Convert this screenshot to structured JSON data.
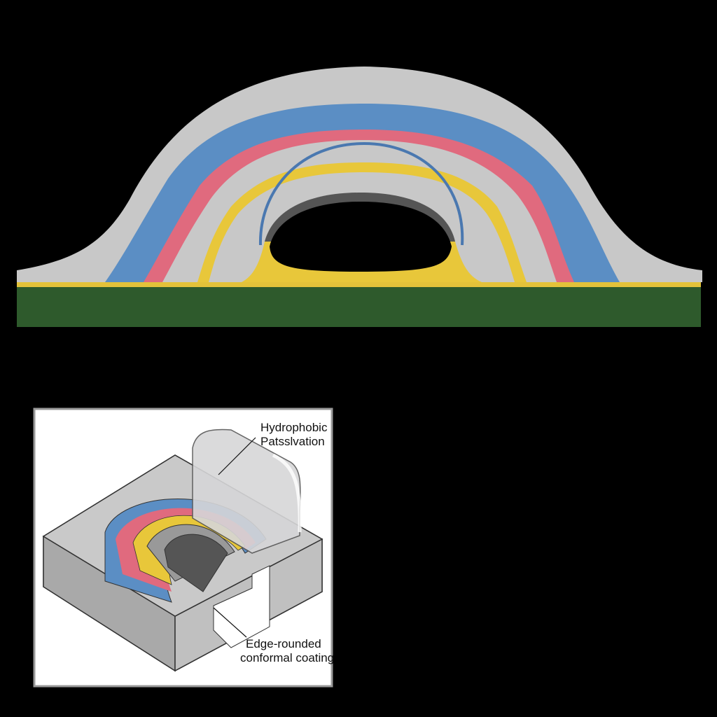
{
  "cross_section": {
    "colors": {
      "substrate": "#2e5a2c",
      "adhesion": "#e3c23a",
      "gray": "#c6c6c6",
      "blue": "#5b8ec4",
      "pink": "#e06a7e",
      "yellow": "#e8c73a",
      "cavity": "#000000"
    }
  },
  "inset": {
    "label_top": {
      "line1": "Hydrophobic",
      "line2": "Patsslvation"
    },
    "label_bottom": {
      "line1": "Edge-rounded",
      "line2": "conformal coating"
    }
  }
}
